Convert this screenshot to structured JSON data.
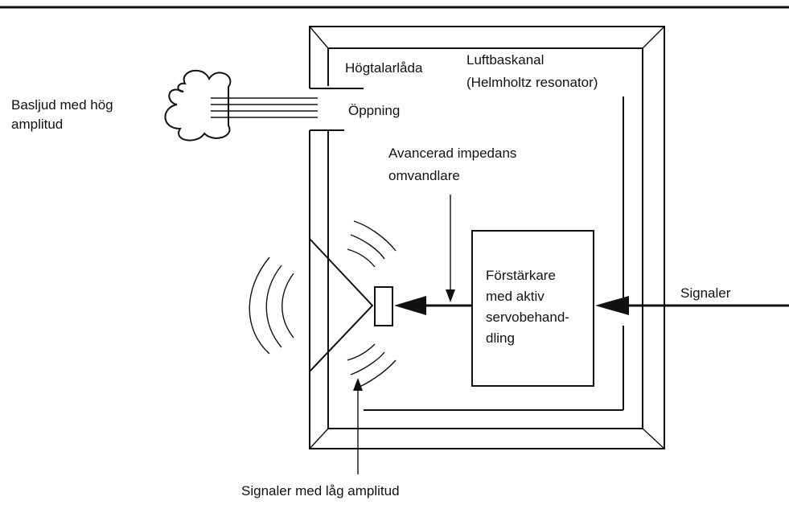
{
  "labels": {
    "speaker_box": "Högtalarlåda",
    "bass_channel_line1": "Luftbaskanal",
    "bass_channel_line2": "(Helmholtz resonator)",
    "bass_sound_line1": "Basljud med hög",
    "bass_sound_line2": "amplitud",
    "opening": "Öppning",
    "converter_line1": "Avancerad impedans",
    "converter_line2": "omvandlare",
    "amplifier_line1": "Förstärkare",
    "amplifier_line2": "med aktiv",
    "amplifier_line3": "servobehand-",
    "amplifier_line4": "dling",
    "signals": "Signaler",
    "low_amp_signals": "Signaler med låg amplitud"
  },
  "colors": {
    "stroke": "#111111",
    "background": "#ffffff"
  }
}
